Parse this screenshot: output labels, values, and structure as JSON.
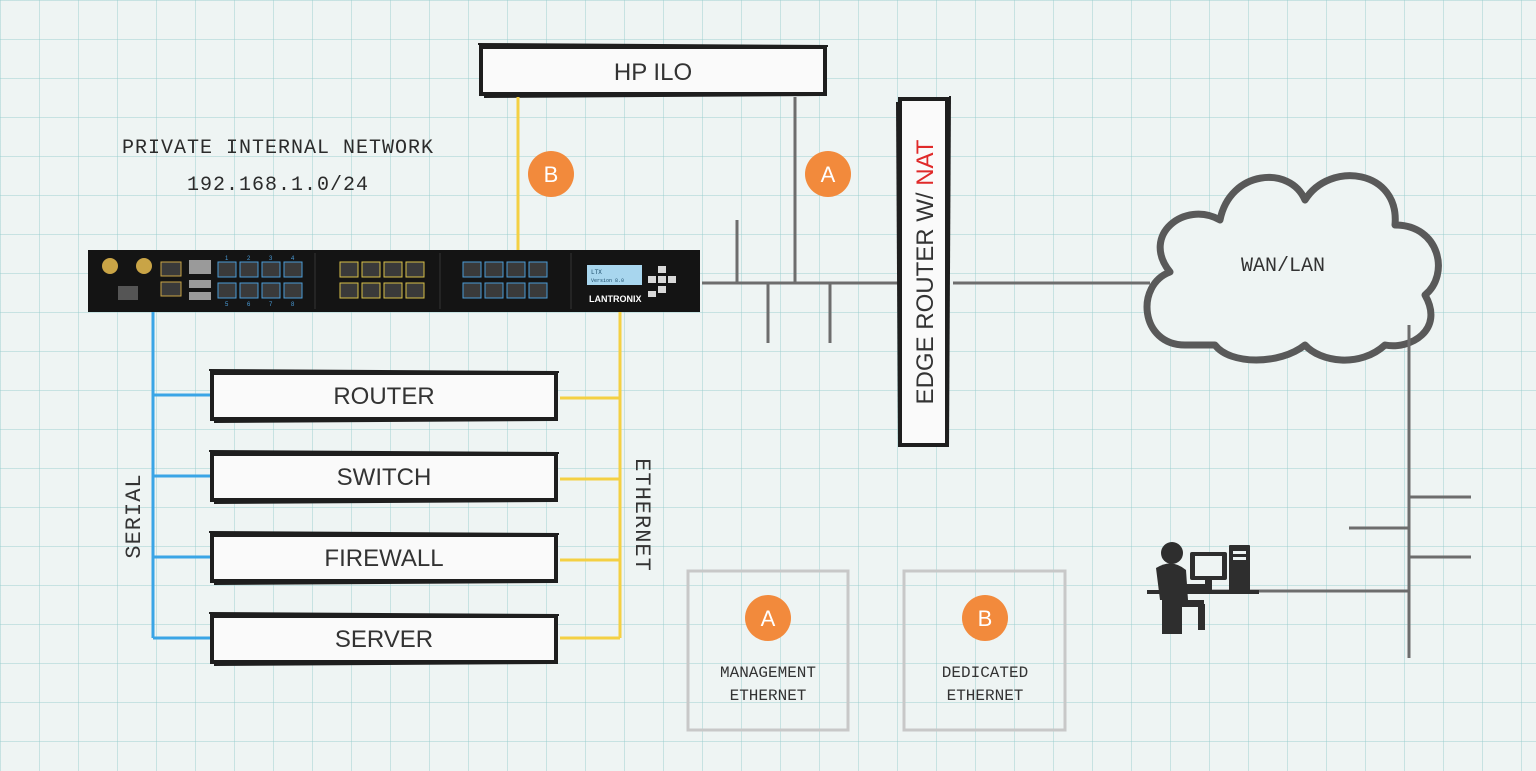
{
  "network": {
    "title": "PRIVATE INTERNAL NETWORK",
    "subnet": "192.168.1.0/24"
  },
  "hp_ilo": {
    "label": "HP ILO"
  },
  "edge_router": {
    "label_main": "EDGE ROUTER W/ ",
    "label_accent": "NAT"
  },
  "cloud": {
    "label": "WAN/LAN"
  },
  "markers": {
    "a": "A",
    "b": "B"
  },
  "devices": [
    {
      "label": "ROUTER"
    },
    {
      "label": "SWITCH"
    },
    {
      "label": "FIREWALL"
    },
    {
      "label": "SERVER"
    }
  ],
  "side_labels": {
    "serial": "SERIAL",
    "ethernet": "ETHERNET"
  },
  "legend": {
    "a": {
      "marker": "A",
      "line1": "MANAGEMENT",
      "line2": "ETHERNET"
    },
    "b": {
      "marker": "B",
      "line1": "DEDICATED",
      "line2": "ETHERNET"
    }
  },
  "appliance": {
    "brand": "LANTRONIX",
    "port_numbers_top": [
      "1",
      "2",
      "3",
      "4"
    ],
    "port_numbers_bottom": [
      "5",
      "6",
      "7",
      "8"
    ],
    "lcd_line1": "LTX",
    "lcd_line2": "Version 8.0"
  },
  "colors": {
    "serial_line": "#3aa5e6",
    "ethernet_line": "#f4d043",
    "marker_fill": "#f28a3c",
    "accent_red": "#e02a2a",
    "ink": "#2b2b2b",
    "wire_gray": "#6d6d6d",
    "legend_border": "#c8c8c8"
  }
}
